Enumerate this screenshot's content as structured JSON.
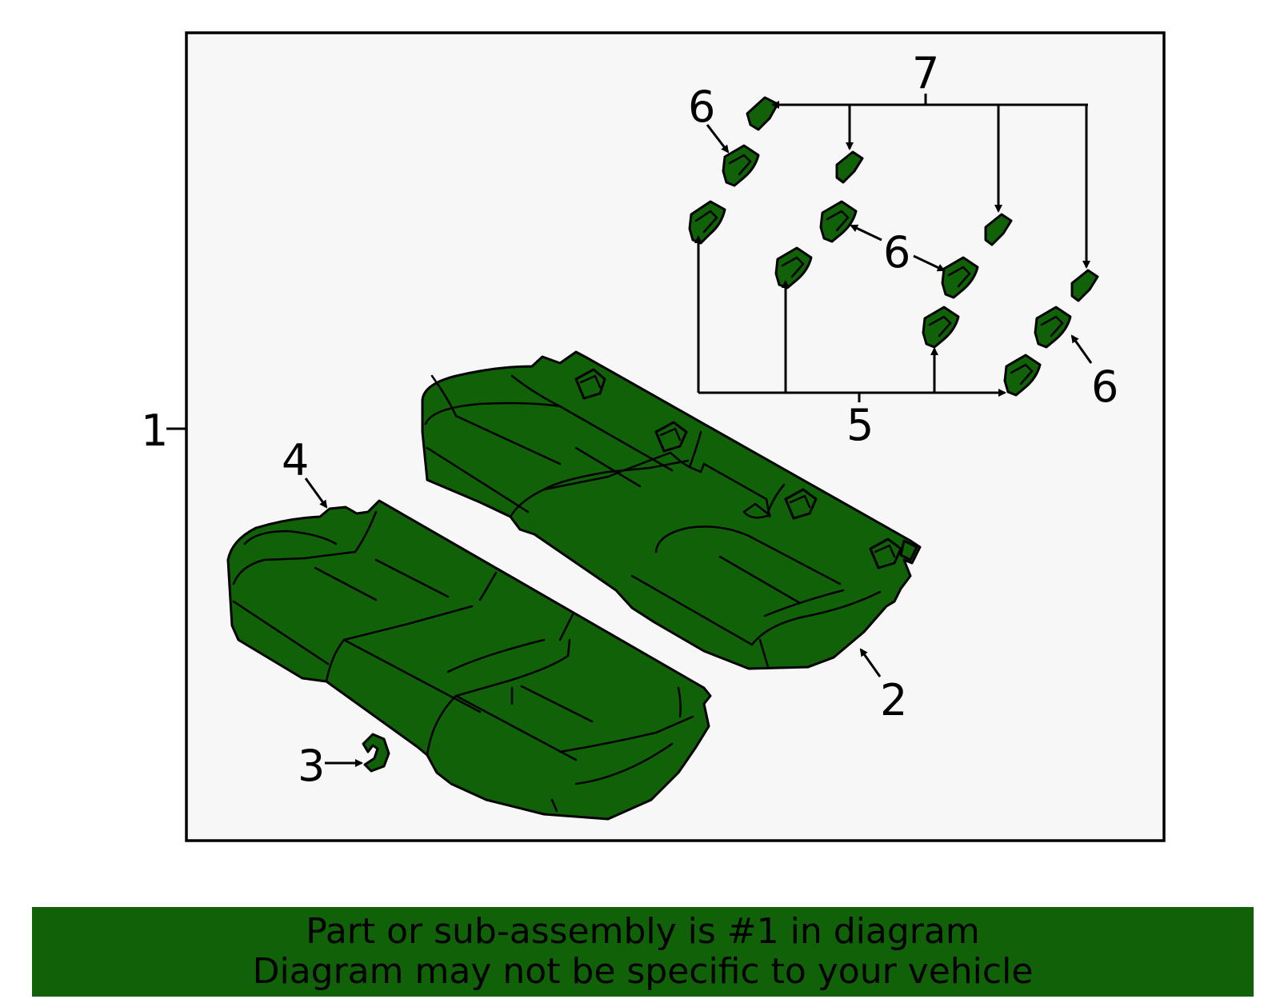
{
  "colors": {
    "part_fill": "#116109",
    "frame_fill": "#f7f7f7",
    "banner_fill": "#116109"
  },
  "callouts": {
    "c1": "1",
    "c2": "2",
    "c3": "3",
    "c4": "4",
    "c5": "5",
    "c6a": "6",
    "c6b": "6",
    "c6c": "6",
    "c7": "7"
  },
  "banner": {
    "line1": "Part or sub-assembly is #1 in diagram",
    "line2": "Diagram may not be specific to your vehicle"
  }
}
